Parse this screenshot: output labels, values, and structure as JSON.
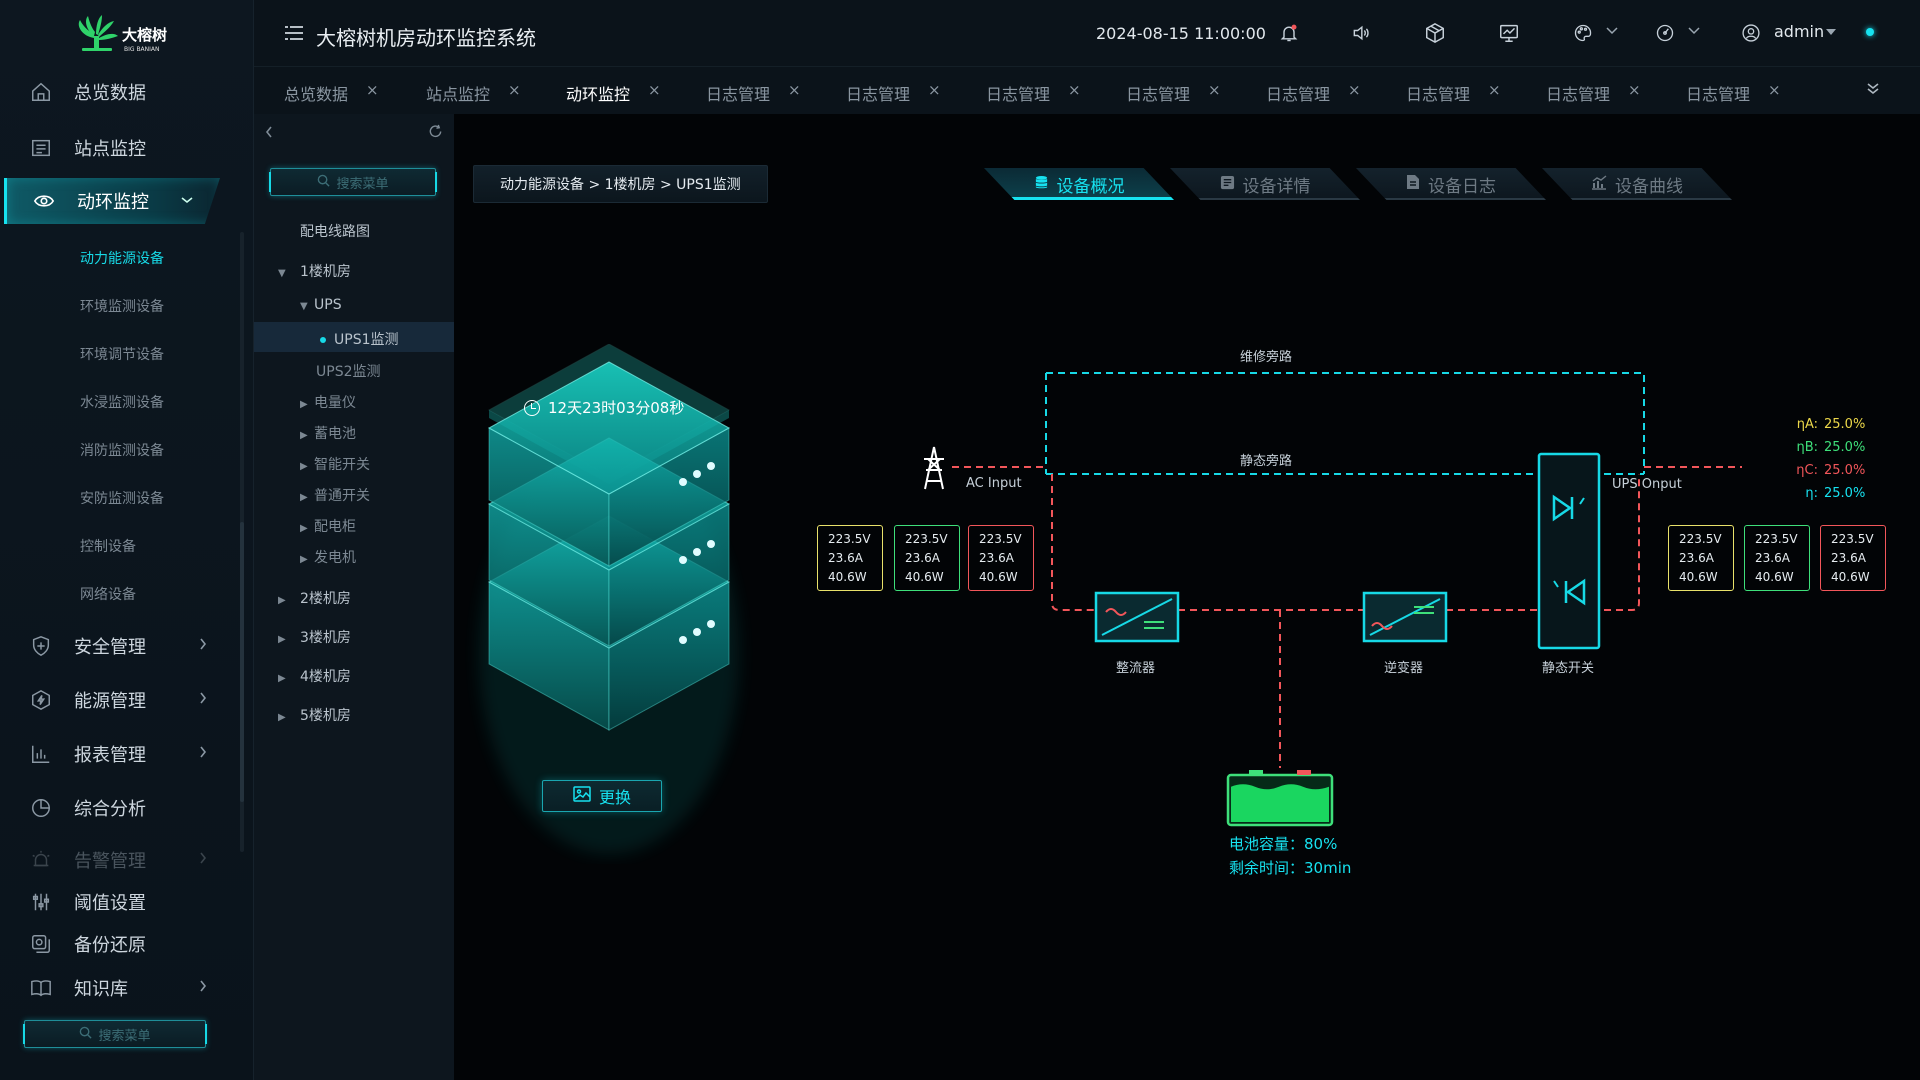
{
  "logo": {
    "name": "大榕树",
    "sub": "BIG BANIAN"
  },
  "sidebar": {
    "nav": [
      {
        "label": "总览数据",
        "icon": "home-icon"
      },
      {
        "label": "站点监控",
        "icon": "list-icon"
      },
      {
        "label": "动环监控",
        "icon": "eye-icon",
        "active": true,
        "expanded": true
      }
    ],
    "sub": [
      {
        "label": "动力能源设备",
        "active": true
      },
      {
        "label": "环境监测设备"
      },
      {
        "label": "环境调节设备"
      },
      {
        "label": "水浸监测设备"
      },
      {
        "label": "消防监测设备"
      },
      {
        "label": "安防监测设备"
      },
      {
        "label": "控制设备"
      },
      {
        "label": "网络设备"
      }
    ],
    "nav2": [
      {
        "label": "安全管理",
        "icon": "shield-icon"
      },
      {
        "label": "能源管理",
        "icon": "energy-icon"
      },
      {
        "label": "报表管理",
        "icon": "bar-chart-icon"
      },
      {
        "label": "综合分析",
        "icon": "pie-chart-icon"
      },
      {
        "label": "告警管理",
        "icon": "alarm-icon"
      },
      {
        "label": "阈值设置",
        "icon": "sliders-icon"
      },
      {
        "label": "备份还原",
        "icon": "backup-icon"
      },
      {
        "label": "知识库",
        "icon": "book-icon"
      }
    ],
    "search_placeholder": "搜索菜单"
  },
  "header": {
    "title": "大榕树机房动环监控系统",
    "datetime": "2024-08-15 11:00:00",
    "user": "admin"
  },
  "tabs": [
    {
      "label": "总览数据"
    },
    {
      "label": "站点监控"
    },
    {
      "label": "动环监控",
      "active": true
    },
    {
      "label": "日志管理"
    },
    {
      "label": "日志管理"
    },
    {
      "label": "日志管理"
    },
    {
      "label": "日志管理"
    },
    {
      "label": "日志管理"
    },
    {
      "label": "日志管理"
    },
    {
      "label": "日志管理"
    },
    {
      "label": "日志管理"
    }
  ],
  "tree": {
    "search_placeholder": "搜索菜单",
    "nodes": [
      {
        "label": "配电线路图"
      },
      {
        "label": "1楼机房"
      },
      {
        "label": "UPS"
      },
      {
        "label": "UPS1监测"
      },
      {
        "label": "UPS2监测"
      },
      {
        "label": "电量仪"
      },
      {
        "label": "蓄电池"
      },
      {
        "label": "智能开关"
      },
      {
        "label": "普通开关"
      },
      {
        "label": "配电柜"
      },
      {
        "label": "发电机"
      },
      {
        "label": "2楼机房"
      },
      {
        "label": "3楼机房"
      },
      {
        "label": "4楼机房"
      },
      {
        "label": "5楼机房"
      }
    ]
  },
  "main": {
    "breadcrumb": "动力能源设备 > 1楼机房 > UPS1监测",
    "view_tabs": [
      {
        "label": "设备概况",
        "active": true
      },
      {
        "label": "设备详情"
      },
      {
        "label": "设备日志"
      },
      {
        "label": "设备曲线"
      }
    ],
    "runtime": "12天23时03分08秒",
    "change_label": "更换",
    "diagram": {
      "maintenance_bypass": "维修旁路",
      "static_bypass": "静态旁路",
      "ac_input": "AC Input",
      "ups_output": "UPS Onput",
      "rectifier": "整流器",
      "inverter": "逆变器",
      "static_switch": "静态开关",
      "input_meters": [
        {
          "v": "223.5V",
          "a": "23.6A",
          "w": "40.6W",
          "color": "#e9e26a"
        },
        {
          "v": "223.5V",
          "a": "23.6A",
          "w": "40.6W",
          "color": "#3ee07a"
        },
        {
          "v": "223.5V",
          "a": "23.6A",
          "w": "40.6W",
          "color": "#f2565a"
        }
      ],
      "output_meters": [
        {
          "v": "223.5V",
          "a": "23.6A",
          "w": "40.6W",
          "color": "#e9e26a"
        },
        {
          "v": "223.5V",
          "a": "23.6A",
          "w": "40.6W",
          "color": "#3ee07a"
        },
        {
          "v": "223.5V",
          "a": "23.6A",
          "w": "40.6W",
          "color": "#f2565a"
        }
      ],
      "efficiency": [
        {
          "k": "ηA:",
          "v": "25.0%",
          "color": "#ecd84a"
        },
        {
          "k": "ηB:",
          "v": "25.0%",
          "color": "#3ee07a"
        },
        {
          "k": "ηC:",
          "v": "25.0%",
          "color": "#f2565a"
        },
        {
          "k": "η:",
          "v": "25.0%",
          "color": "#17e2f0"
        }
      ],
      "battery_capacity": "电池容量：80%",
      "battery_remaining": "剩余时间：30min",
      "battery_level": 0.8
    }
  }
}
